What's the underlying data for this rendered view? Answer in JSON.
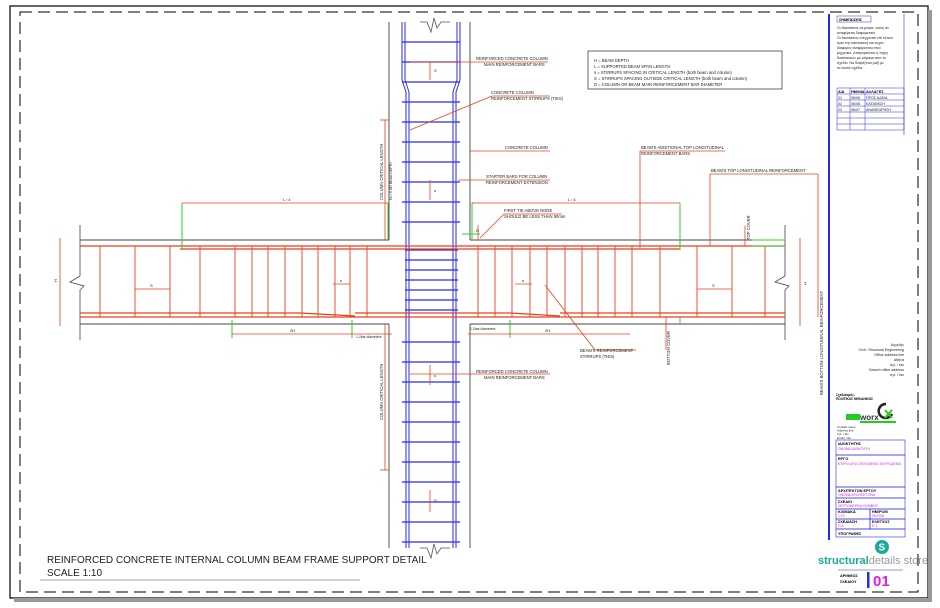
{
  "title": {
    "main": "REINFORCED CONCRETE INTERNAL COLUMN BEAM FRAME SUPPORT DETAIL",
    "scale": "SCALE 1:10"
  },
  "legend": [
    "H = BEAM DEPTH",
    "L = SUPPORTED BEAM SPAN LENGTH",
    "s = STIRRUPS SPACING IN CRITICAL LENGTH (both beam and column)",
    "S = STIRRUPS SPACING OUTSIDE CRITICAL LENGTH (both beam and column)",
    "D = COLUMN OR BEAM MAIN REINFORCEMENT BAR DIAMETER"
  ],
  "labels": {
    "col_main_top_1": "REINFORCED CONCRETE COLUMN",
    "col_main_top_2": "MAIN REINFORCEMENT BARS",
    "col_stirrups_1": "CONCRETE COLUMN",
    "col_stirrups_2": "REINFORCEMENT STIRRUPS (TIES)",
    "concrete_column": "CONCRETE COLUMN",
    "starter_1": "STARTER BARS FOR COLUMN",
    "starter_2": "REINFORCEMENT EXTENSION",
    "first_tie_1": "FIRST TIE ABOVE NODE",
    "first_tie_2": "SHOULD BE LESS THAN 50mm",
    "beam_add_top_1": "BEAM'S ADDITIONAL TOP LONGITUDINAL",
    "beam_add_top_2": "REINFORCEMENT BARS",
    "beam_top_long": "BEAM'S TOP LONGITUDINAL REINFORCEMENT",
    "top_cover": "TOP COVER",
    "beam_stirrups_1": "BEAM'S REINFORCEMENT",
    "beam_stirrups_2": "STIRRUPS (TIES)",
    "bottom_cover": "BOTTOM COVER",
    "beam_bottom_long": "BEAM'S BOTTOM LONGITUDINAL REINFORCEMENT",
    "col_main_bot_1": "REINFORCED CONCRETE COLUMN",
    "col_main_bot_2": "MAIN REINFORCEMENT BARS",
    "col_crit_top": "COLUMN CRITICAL LENGTH",
    "col_crit_top_sub": "Hc / 6 OR BEAM DEPTH",
    "col_crit_bot": "COLUMN CRITICAL LENGTH"
  },
  "dimensions": {
    "h": "H",
    "l4": "L / 4",
    "s": "s",
    "S": "S",
    "two_h": "2H",
    "bar_diam": "1.2bar diameters",
    "d": "D"
  },
  "title_block": {
    "notes_header": "ΣΗΜΕΙΩΣΕΙΣ",
    "notes": [
      "Οι διαστάσεις σε μέτρα, εκτός αν",
      "αναφέρεται διαφορετικά.",
      "Οι διαστάσεις ελέγχονται επί τόπου",
      "πριν την κατασκευή και τυχόν",
      "διαφορές αναφέρονται στον",
      "μηχανικό. Απαγορεύεται η λήψη",
      "διαστάσεων με κλίμακα από το",
      "σχέδιο. Να διαβάζεται μαζί με",
      "τα λοιπά σχέδια."
    ],
    "rev_headers": [
      "Α/Α",
      "ΗΜ/ΝΙΑ",
      "ΑΛΛΑΓΕΣ"
    ],
    "revisions": [
      [
        "01",
        "06/06",
        "ΠΡΟΣ ΑΔΕΙΑ"
      ],
      [
        "02",
        "06/06",
        "ΚΑΤΑΘΕΣΗ"
      ],
      [
        "03",
        "06/07",
        "ΑΝΑΘΕΩΡΗΣΗ"
      ]
    ],
    "company": [
      "Αγγελής",
      "Civil / Structural Engineering",
      "Office address line",
      "Αθήνα",
      "τηλ. / fax",
      "Branch office address",
      "τηλ. / fax"
    ],
    "designer_label": "Σχεδιασμός:",
    "designer": "ΠΟΛΙΤΙΚΟΣ ΜΗΧΑΝΙΚΟΣ",
    "logo_text": "worx",
    "contact": [
      "Contact name",
      "Address line",
      "τηλ. / fax",
      "Email: info"
    ],
    "owner_label": "ΙΔΙΟΚΤΗΤΗΣ",
    "owner": "ΟΝΟΜΑ ΙΔΙΟΚΤΗΤΗ",
    "project_label": "ΕΡΓΟ",
    "project": "ΚΤΙΡΙΟ ΑΠΟ ΟΠΛΙΣΜΕΝΟ ΣΚΥΡΟΔΕΜΑ",
    "architect_label": "ΑΡΧΙΤΕΚΤΩΝ ΕΡΓΟΥ",
    "architect": "ΟΝΟΜΑ ΑΡΧΙΤΕΚΤΟΝΑ",
    "drawing_label": "ΣΧΕΔΙΟ",
    "drawing": "ΛΕΠΤΟΜΕΡΕΙΑ ΚΟΜΒΟΥ",
    "scale_label": "ΚΛΙΜΑΚΑ",
    "scale": "1:10",
    "date_label": "ΗΜ/ΡΟΜ",
    "date": "06/2016",
    "drawn_label": "ΣΧΕΔΙΑΣΗ",
    "drawn": "Π.Α.",
    "checked_label": "ΕΛΕΓΧΟΣ",
    "checked": "Ε.Σ.",
    "signatures_label": "ΥΠΟΓΡΑΦΕΣ",
    "brand_a": "structural",
    "brand_b": "details store",
    "brand_icon": "s-circle-logo",
    "number_label_1": "ΑΡΙΘΜΟΣ",
    "number_label_2": "ΣΧΕΔΙΟΥ",
    "number": "01"
  },
  "colors": {
    "rebar_red": "#e8401c",
    "column_blue": "#2a2ae8",
    "dim_green": "#33cc33",
    "brand_teal": "#1aa99a",
    "accent_magenta": "#e020e0"
  }
}
